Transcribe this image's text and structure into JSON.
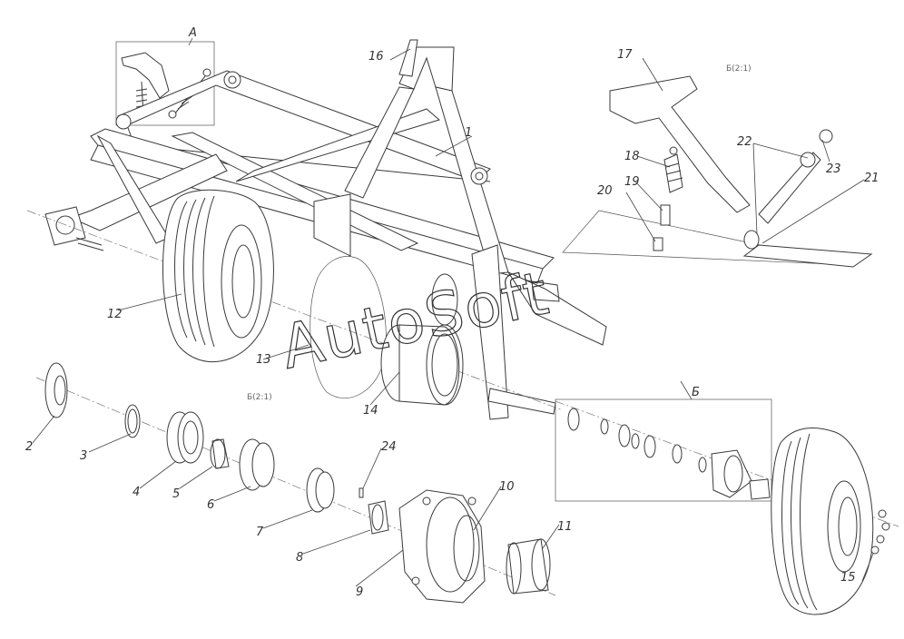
{
  "watermark": "AutoSoft",
  "view_tags": {
    "group_a": "A",
    "group_b": "Б",
    "view_1": "Б(2:1)",
    "view_2": "Б(2:1)"
  },
  "callouts": {
    "c1": "1",
    "c2": "2",
    "c3": "3",
    "c4": "4",
    "c5": "5",
    "c6": "6",
    "c7": "7",
    "c8": "8",
    "c9": "9",
    "c10": "10",
    "c11": "11",
    "c12": "12",
    "c13": "13",
    "c14": "14",
    "c15": "15",
    "c16": "16",
    "c17": "17",
    "c18": "18",
    "c19": "19",
    "c20": "20",
    "c21": "21",
    "c22": "22",
    "c23": "23",
    "c24": "24"
  }
}
